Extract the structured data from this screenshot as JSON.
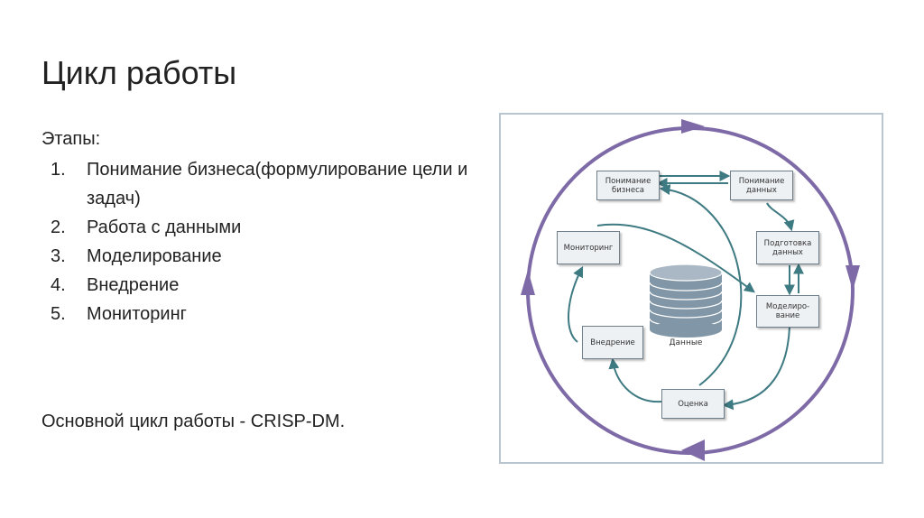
{
  "slide": {
    "title": "Цикл работы",
    "stages_label": "Этапы:",
    "stages": [
      {
        "num": "1.",
        "text": "Понимание бизнеса(формулирование цели и задач)"
      },
      {
        "num": "2.",
        "text": "Работа с данными"
      },
      {
        "num": "3.",
        "text": "Моделирование"
      },
      {
        "num": "4.",
        "text": "Внедрение"
      },
      {
        "num": "5.",
        "text": "Мониторинг"
      }
    ],
    "footer": "Основной цикл работы - CRISP-DM."
  },
  "diagram": {
    "nodes": {
      "business": "Понимание\nбизнеса",
      "data_understanding": "Понимание\nданных",
      "data_preparation": "Подготовка\nданных",
      "modeling": "Моделиро-\nвание",
      "evaluation": "Оценка",
      "deployment": "Внедрение",
      "monitoring": "Мониторинг"
    },
    "database_label": "Данные",
    "colors": {
      "outer_cycle": "#7d6aa6",
      "inner_arrows": "#3e7a82",
      "node_fill": "#eef1f4",
      "database": "#8196a6"
    }
  }
}
